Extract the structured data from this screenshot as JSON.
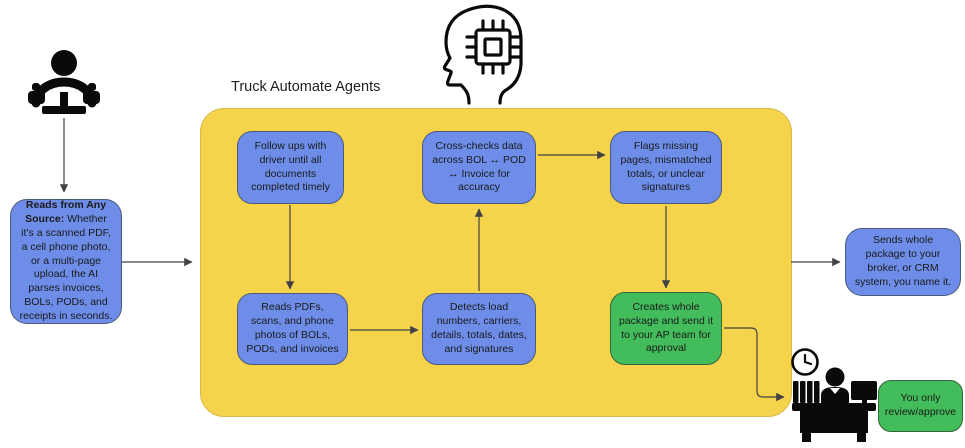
{
  "title": "Truck Automate Agents",
  "nodes": {
    "source": {
      "lead": "Reads from Any Source:",
      "text": "Whether it’s a scanned PDF, a cell phone photo, or a multi-page upload, the AI parses invoices, BOLs, PODs, and receipts in seconds."
    },
    "follow_ups": "Follow ups with driver until all documents completed timely",
    "cross_checks": "Cross-checks data across BOL ↔ POD ↔ Invoice for accuracy",
    "flags": "Flags missing pages, mismatched totals, or unclear signatures",
    "reads_pdfs": "Reads PDFs, scans, and phone photos of BOLs, PODs, and invoices",
    "detects": "Detects load numbers, carriers, details, totals, dates, and signatures",
    "creates": "Creates whole package and send it to your AP team for approval",
    "sends": "Sends whole package to your broker, or CRM system, you name it.",
    "review": "You only review/approve"
  },
  "icons": {
    "driver": "driver-at-steering-wheel",
    "ai_head": "ai-chip-in-head",
    "reviewer": "person-at-desk-with-clock-and-monitor"
  },
  "colors": {
    "node_blue": "#6D8DE8",
    "node_blue_border": "#4C5B7D",
    "container_yellow": "#F5D44C",
    "container_yellow_border": "#D9B94E",
    "node_green": "#43BD5B",
    "node_green_border": "#35663B",
    "arrow": "#424242",
    "text": "#1A1A1A",
    "icon": "#0A0A0A"
  }
}
